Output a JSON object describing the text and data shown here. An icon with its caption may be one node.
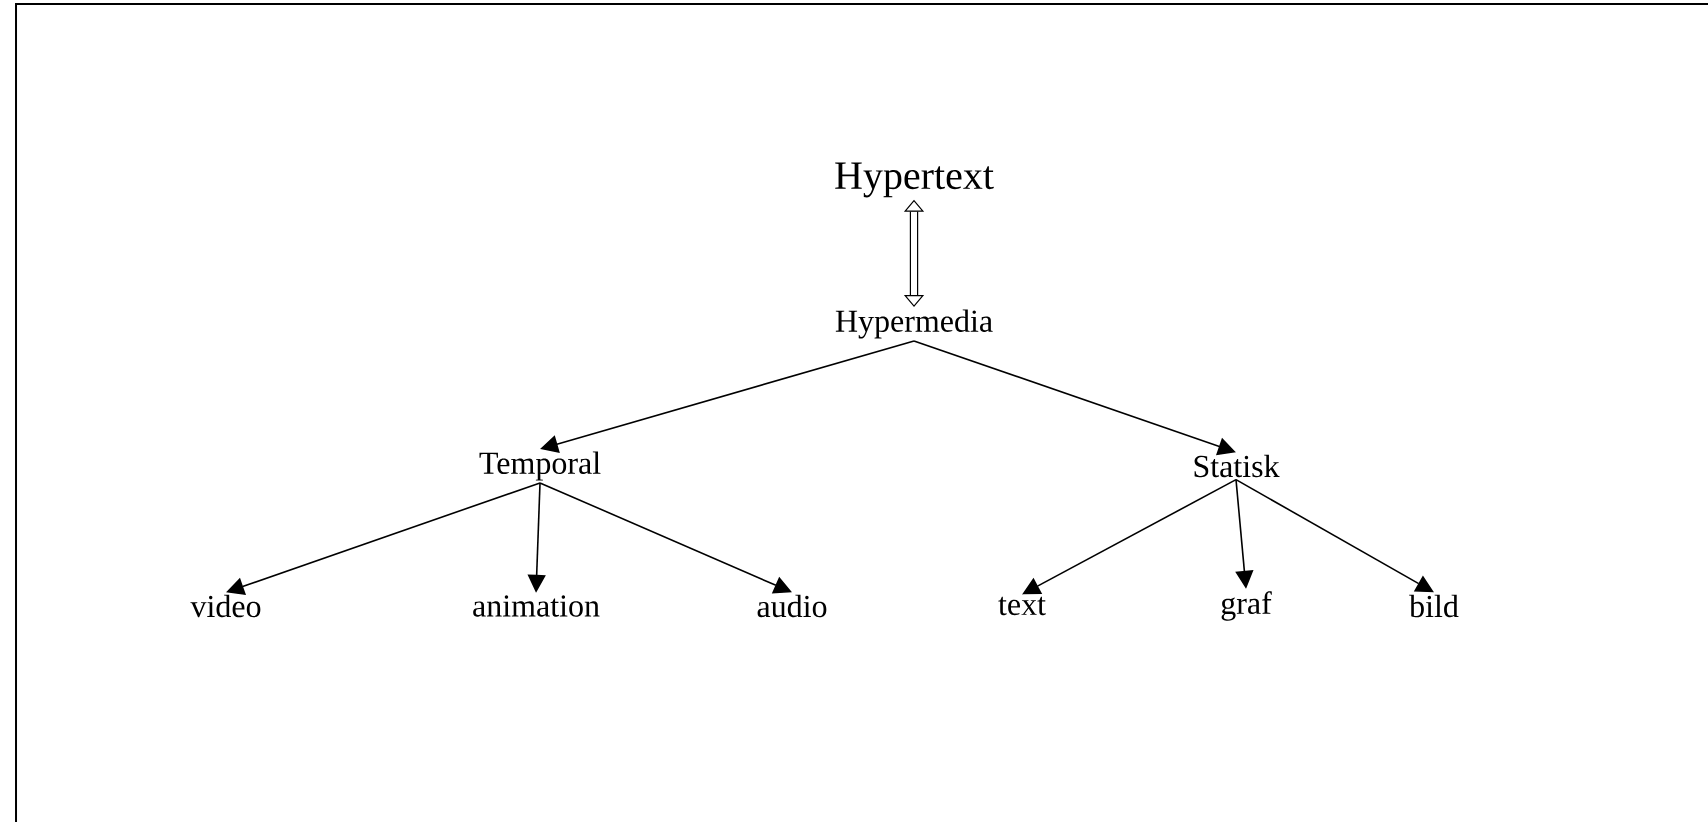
{
  "diagram": {
    "nodes": [
      {
        "text": [
          "Hypertext"
        ]
      },
      {
        "text": [
          "Hypermedia"
        ]
      },
      {
        "text": [
          "Temporal"
        ]
      },
      {
        "text": [
          "Statisk"
        ]
      },
      {
        "text": [
          "video"
        ]
      },
      {
        "text": [
          "animation"
        ]
      },
      {
        "text": [
          "audio"
        ]
      },
      {
        "text": [
          "text"
        ]
      },
      {
        "text": [
          "graf"
        ]
      },
      {
        "text": [
          "bild"
        ]
      }
    ],
    "edges": [
      {
        "from": 0,
        "to": 1,
        "arrow": "both",
        "style": "thick"
      },
      {
        "from": 1,
        "to": 2,
        "arrow": "to"
      },
      {
        "from": 1,
        "to": 3,
        "arrow": "to"
      },
      {
        "from": 2,
        "to": 4,
        "arrow": "to"
      },
      {
        "from": 2,
        "to": 5,
        "arrow": "to"
      },
      {
        "from": 2,
        "to": 6,
        "arrow": "to"
      },
      {
        "from": 3,
        "to": 7,
        "arrow": "to"
      },
      {
        "from": 3,
        "to": 8,
        "arrow": "to"
      },
      {
        "from": 3,
        "to": 9,
        "arrow": "to"
      }
    ]
  }
}
